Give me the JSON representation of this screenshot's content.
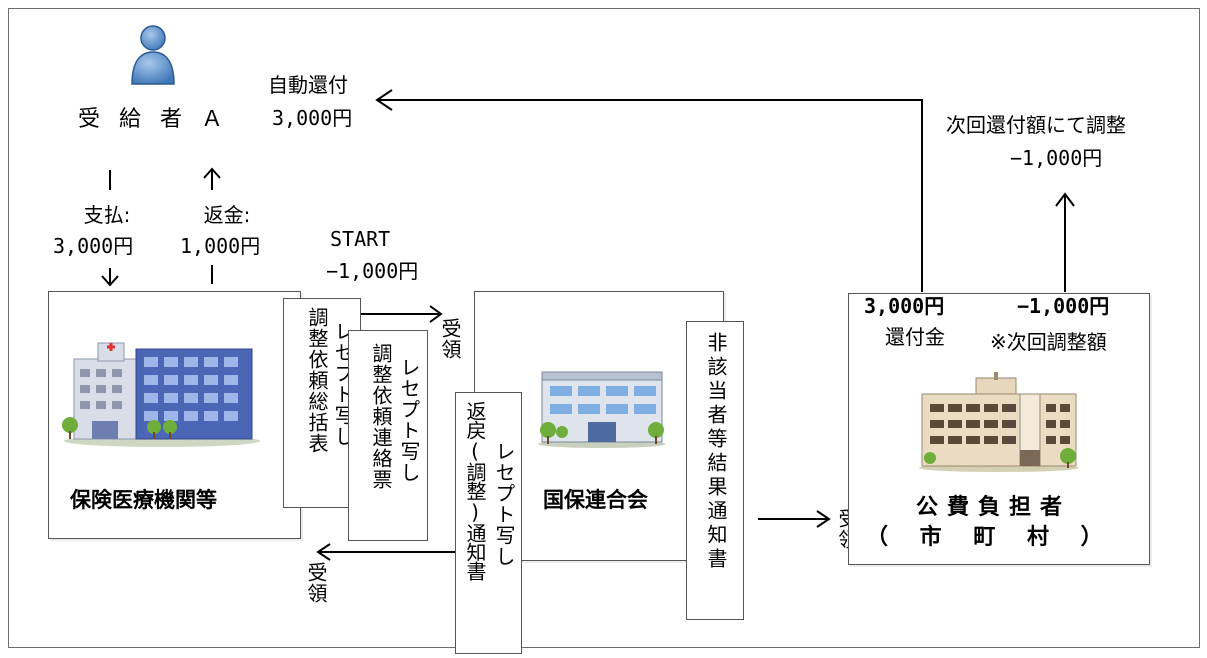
{
  "recipient": {
    "name": "受 給 者 Ａ"
  },
  "pay": {
    "label": "支払:",
    "amount": "3,000円"
  },
  "refund": {
    "label": "返金:",
    "amount": "1,000円"
  },
  "start": {
    "label": "START",
    "amount": "−1,000円"
  },
  "auto_refund": {
    "label": "自動還付",
    "amount": "3,000円"
  },
  "next_adjust": {
    "label": "次回還付額にて調整",
    "amount": "−1,000円"
  },
  "hospital": {
    "name": "保険医療機関等"
  },
  "doc_summary": {
    "lines": [
      "調整依頼総括表",
      "レセプト写し"
    ]
  },
  "doc_request": {
    "lines": [
      "調整依頼連絡票",
      "レセプト写し"
    ]
  },
  "receive_labels": {
    "right_of_hospital": "受領",
    "below_left": "受領",
    "municipality": "受領"
  },
  "doc_return": {
    "lines": [
      "返戻(調整)通知書",
      "レセプト写し"
    ]
  },
  "kokuho": {
    "name": "国保連合会"
  },
  "doc_nonapplicable": {
    "lines": [
      "非該当者等結果通知書"
    ]
  },
  "municipality": {
    "name": "公費負担者",
    "sub": "（ 市 町 村 ）",
    "refund_amount": "3,000円",
    "refund_label": "還付金",
    "next_amount": "−1,000円",
    "next_label": "※次回調整額"
  }
}
